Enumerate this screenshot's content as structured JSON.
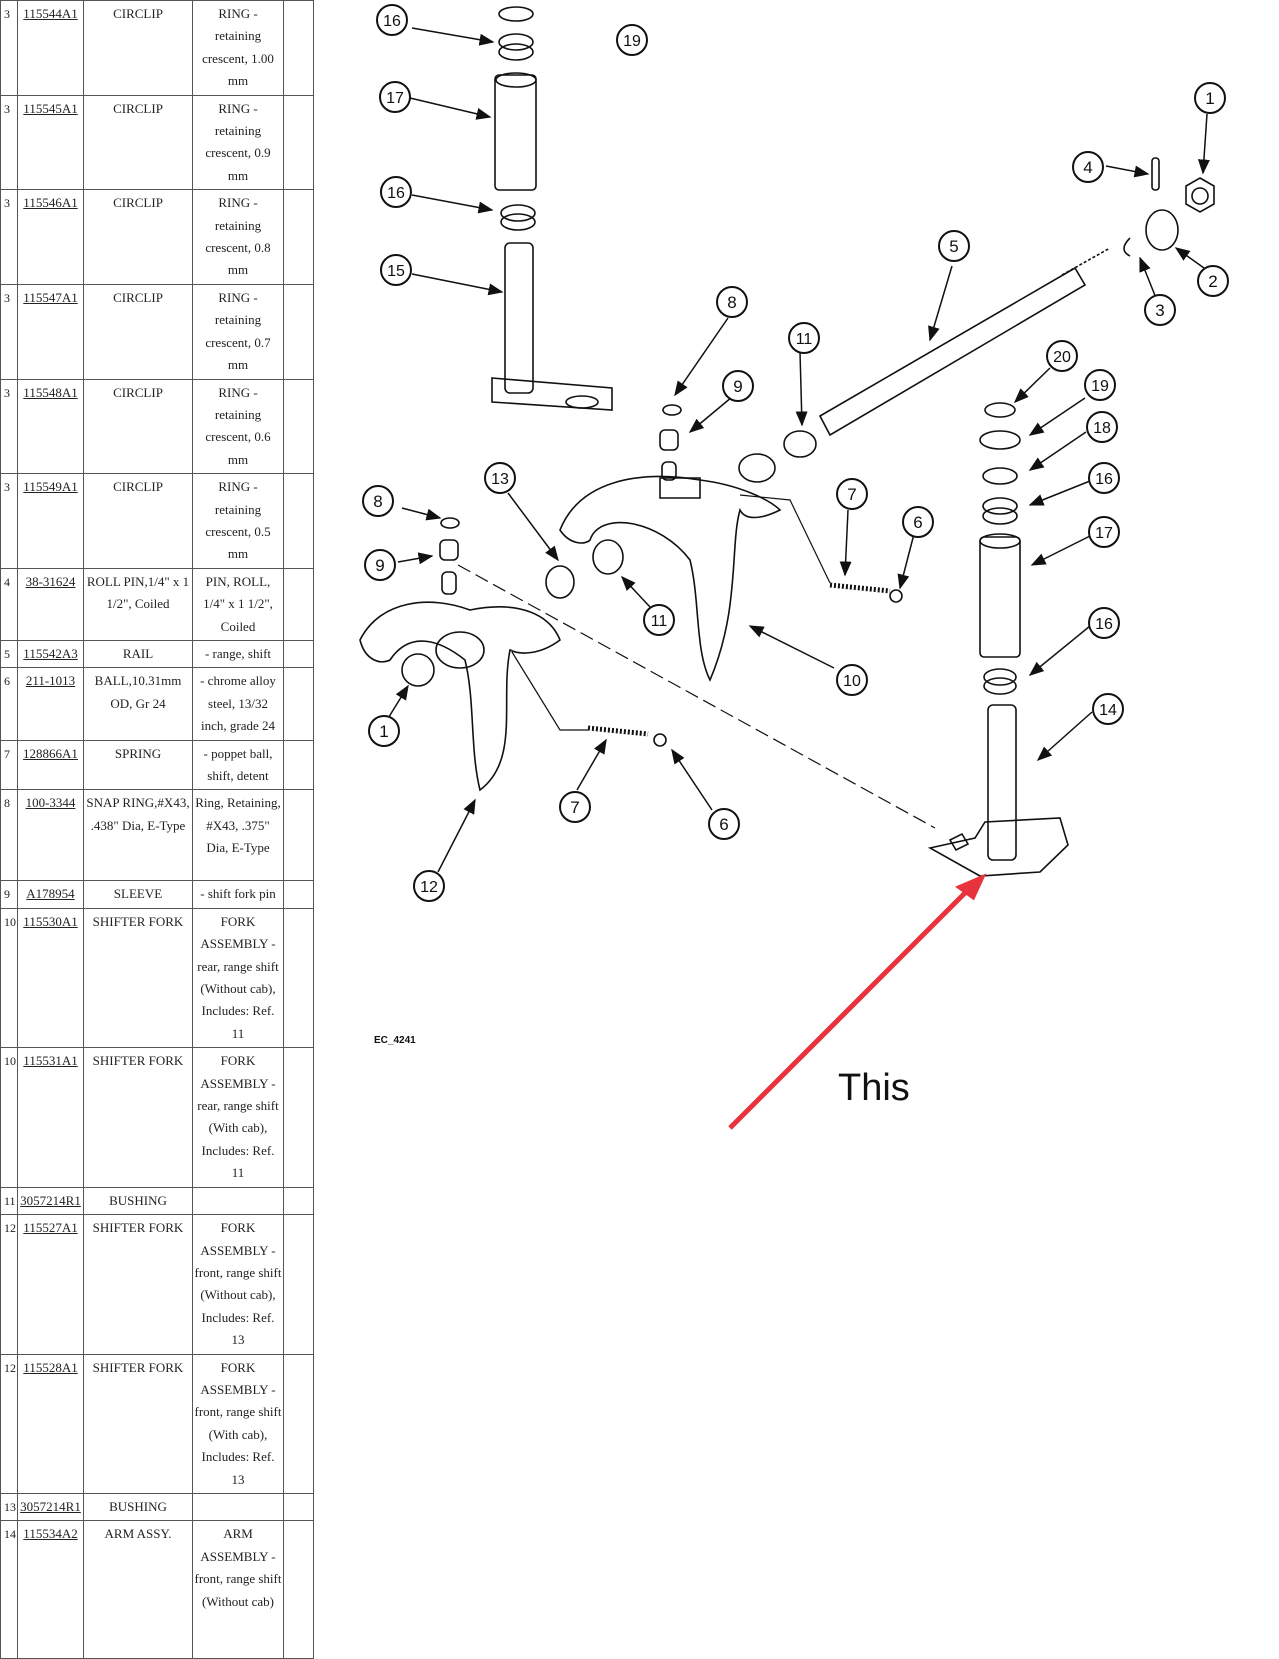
{
  "parts_table": {
    "rows": [
      {
        "ref": "3",
        "part_no": "115544A1",
        "name": "CIRCLIP",
        "desc": "RING - retaining crescent, 1.00 mm"
      },
      {
        "ref": "3",
        "part_no": "115545A1",
        "name": "CIRCLIP",
        "desc": "RING - retaining crescent, 0.9 mm"
      },
      {
        "ref": "3",
        "part_no": "115546A1",
        "name": "CIRCLIP",
        "desc": "RING - retaining crescent, 0.8 mm"
      },
      {
        "ref": "3",
        "part_no": "115547A1",
        "name": "CIRCLIP",
        "desc": "RING - retaining crescent, 0.7 mm"
      },
      {
        "ref": "3",
        "part_no": "115548A1",
        "name": "CIRCLIP",
        "desc": "RING - retaining crescent, 0.6 mm"
      },
      {
        "ref": "3",
        "part_no": "115549A1",
        "name": "CIRCLIP",
        "desc": "RING - retaining crescent, 0.5 mm"
      },
      {
        "ref": "4",
        "part_no": "38-31624",
        "name": "ROLL PIN,1/4\" x 1 1/2\", Coiled",
        "desc": "PIN, ROLL, 1/4\" x 1 1/2\", Coiled"
      },
      {
        "ref": "5",
        "part_no": "115542A3",
        "name": "RAIL",
        "desc": "- range, shift"
      },
      {
        "ref": "6",
        "part_no": "211-1013",
        "name": "BALL,10.31mm OD, Gr 24",
        "desc": "- chrome alloy steel, 13/32 inch, grade 24"
      },
      {
        "ref": "7",
        "part_no": "128866A1",
        "name": "SPRING",
        "desc": "- poppet ball, shift, detent"
      },
      {
        "ref": "8",
        "part_no": "100-3344",
        "name": "SNAP RING,#X43, .438\" Dia, E-Type",
        "desc": "Ring, Retaining, #X43, .375\" Dia, E-Type"
      },
      {
        "ref": "9",
        "part_no": "A178954",
        "name": "SLEEVE",
        "desc": "- shift fork pin"
      },
      {
        "ref": "10",
        "part_no": "115530A1",
        "name": "SHIFTER FORK",
        "desc": "FORK ASSEMBLY - rear, range shift (Without cab), Includes: Ref. 11"
      },
      {
        "ref": "10",
        "part_no": "115531A1",
        "name": "SHIFTER FORK",
        "desc": "FORK ASSEMBLY - rear, range shift (With cab), Includes: Ref. 11"
      },
      {
        "ref": "11",
        "part_no": "3057214R1",
        "name": "BUSHING",
        "desc": ""
      },
      {
        "ref": "12",
        "part_no": "115527A1",
        "name": "SHIFTER FORK",
        "desc": "FORK ASSEMBLY - front, range shift (Without cab), Includes: Ref. 13"
      },
      {
        "ref": "12",
        "part_no": "115528A1",
        "name": "SHIFTER FORK",
        "desc": "FORK ASSEMBLY - front, range shift (With cab), Includes: Ref. 13"
      },
      {
        "ref": "13",
        "part_no": "3057214R1",
        "name": "BUSHING",
        "desc": ""
      },
      {
        "ref": "14",
        "part_no": "115534A2",
        "name": "ARM ASSY.",
        "desc": "ARM ASSEMBLY - front, range shift (Without cab)"
      }
    ]
  },
  "diagram": {
    "code": "EC_4241",
    "annotation": "This",
    "annotation_color": "#e8323c",
    "callouts": [
      {
        "n": "16"
      },
      {
        "n": "19"
      },
      {
        "n": "17"
      },
      {
        "n": "16"
      },
      {
        "n": "15"
      },
      {
        "n": "1"
      },
      {
        "n": "4"
      },
      {
        "n": "2"
      },
      {
        "n": "3"
      },
      {
        "n": "5"
      },
      {
        "n": "8"
      },
      {
        "n": "11"
      },
      {
        "n": "9"
      },
      {
        "n": "20"
      },
      {
        "n": "19"
      },
      {
        "n": "18"
      },
      {
        "n": "16"
      },
      {
        "n": "17"
      },
      {
        "n": "16"
      },
      {
        "n": "14"
      },
      {
        "n": "13"
      },
      {
        "n": "8"
      },
      {
        "n": "9"
      },
      {
        "n": "7"
      },
      {
        "n": "6"
      },
      {
        "n": "11"
      },
      {
        "n": "10"
      },
      {
        "n": "1"
      },
      {
        "n": "7"
      },
      {
        "n": "6"
      },
      {
        "n": "12"
      }
    ]
  }
}
